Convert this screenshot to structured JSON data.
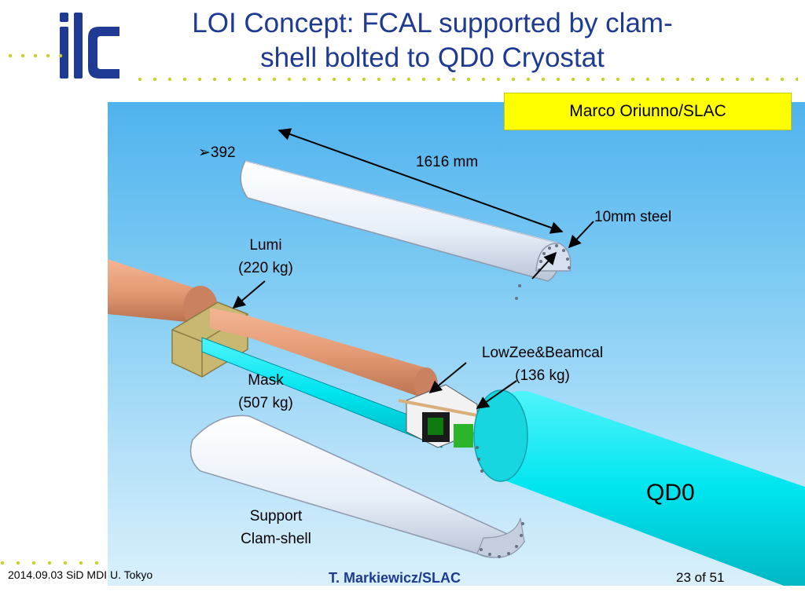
{
  "header": {
    "title_line1": "LOI Concept: FCAL supported by clam-",
    "title_line2": "shell bolted to QD0 Cryostat"
  },
  "logo": {
    "text": "ilc",
    "color": "#1f3a93"
  },
  "credit": "Marco Oriunno/SLAC",
  "labels": {
    "note_392": "➢392",
    "length": "1616 mm",
    "steel": "10mm steel",
    "lumi_line1": "Lumi",
    "lumi_line2": "(220 kg)",
    "lowzee_line1": "LowZee&Beamcal",
    "lowzee_line2": "(136 kg)",
    "mask_line1": "Mask",
    "mask_line2": "(507 kg)",
    "qd0": "QD0",
    "support_line1": "Support",
    "support_line2": "Clam-shell"
  },
  "footer": {
    "left": "2014.09.03 SiD MDI U. Tokyo",
    "center": "T. Markiewicz/SLAC",
    "right": "23 of 51"
  },
  "colors": {
    "title": "#1f3a93",
    "credit_bg": "#ffff00",
    "qd0": "#00e5ef",
    "copper": "#e39a74",
    "lumi": "#c8b872",
    "shell": "#e3eef9"
  }
}
